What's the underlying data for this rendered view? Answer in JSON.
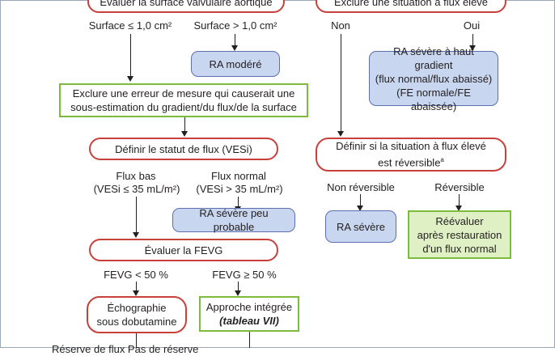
{
  "nodes": {
    "aortic_area": "Évaluer la surface valvulaire aortique",
    "high_flow": "Exclure une situation à flux élevé",
    "ra_modere": "RA modéré",
    "ra_haut_gradient": [
      "RA sévère à haut gradient",
      "(flux normal/flux abaissé)",
      "(FE normale/FE abaissée)"
    ],
    "exclude_error": [
      "Exclure une erreur de mesure qui causerait une",
      "sous-estimation du gradient/du flux/de la surface"
    ],
    "flux_status": "Définir le statut de flux (VESi)",
    "define_high_flow": [
      "Définir si la situation à flux élevé",
      "est réversible"
    ],
    "define_high_flow_sup": "a",
    "ra_peu_probable": "RA sévère peu probable",
    "ra_severe": "RA sévère",
    "reevaluer": [
      "Réévaluer",
      "après restauration",
      "d'un flux normal"
    ],
    "feve_eval": "Évaluer la FEVG",
    "echo_dobu": [
      "Échographie",
      "sous dobutamine"
    ],
    "approche": "Approche intégrée",
    "approche_ref": "(tableau VII)",
    "bottom_partial": "Réserve de flux    Pas de réserve"
  },
  "labels": {
    "surface_small": "Surface ≤ 1,0 cm²",
    "surface_large": "Surface > 1,0 cm²",
    "non": "Non",
    "oui": "Oui",
    "flux_bas": "Flux bas",
    "flux_bas_val": "(VESi ≤ 35 mL/m²)",
    "flux_normal": "Flux normal",
    "flux_normal_val": "(VESi > 35 mL/m²)",
    "non_reversible": "Non réversible",
    "reversible": "Réversible",
    "fevg_low": "FEVG < 50 %",
    "fevg_high": "FEVG ≥ 50 %"
  },
  "colors": {
    "hex_border": "#c8403a",
    "green_border": "#7dbb3c",
    "green_fill": "#dff0c4",
    "blue_fill": "#c9d6ef",
    "blue_border": "#5b6fb0"
  }
}
